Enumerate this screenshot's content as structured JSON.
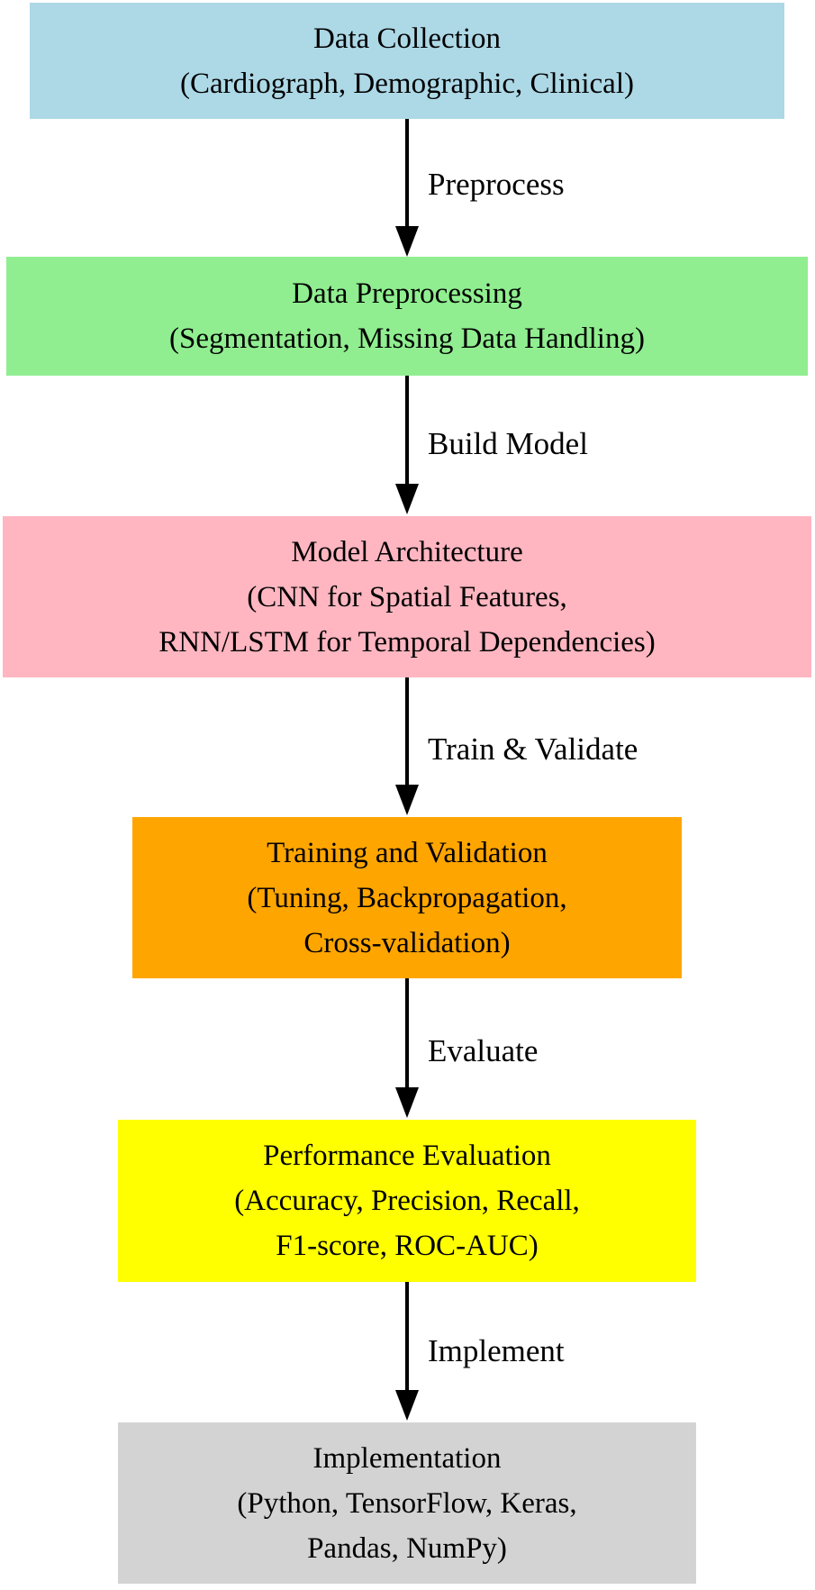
{
  "diagram": {
    "title_implicit": "Model development workflow flowchart",
    "background_color": "#FFFFFF",
    "arrow_color": "#000000",
    "text_color": "#000000",
    "nodes": [
      {
        "id": "data-collection",
        "color": "#ADD8E6",
        "lines": [
          "Data Collection",
          "(Cardiograph, Demographic, Clinical)"
        ]
      },
      {
        "id": "data-preprocessing",
        "color": "#90EE90",
        "lines": [
          "Data Preprocessing",
          "(Segmentation, Missing Data Handling)"
        ]
      },
      {
        "id": "model-architecture",
        "color": "#FFB6C1",
        "lines": [
          "Model Architecture",
          "(CNN for Spatial Features,",
          "RNN/LSTM for Temporal Dependencies)"
        ]
      },
      {
        "id": "training-validation",
        "color": "#FFA500",
        "lines": [
          "Training and Validation",
          "(Tuning, Backpropagation,",
          "Cross-validation)"
        ]
      },
      {
        "id": "performance-evaluation",
        "color": "#FFFF00",
        "lines": [
          "Performance Evaluation",
          "(Accuracy, Precision, Recall,",
          "F1-score, ROC-AUC)"
        ]
      },
      {
        "id": "implementation",
        "color": "#D3D3D3",
        "lines": [
          "Implementation",
          "(Python, TensorFlow, Keras,",
          "Pandas, NumPy)"
        ]
      }
    ],
    "edges": [
      {
        "label": "Preprocess"
      },
      {
        "label": "Build Model"
      },
      {
        "label": "Train & Validate"
      },
      {
        "label": "Evaluate"
      },
      {
        "label": "Implement"
      }
    ]
  }
}
